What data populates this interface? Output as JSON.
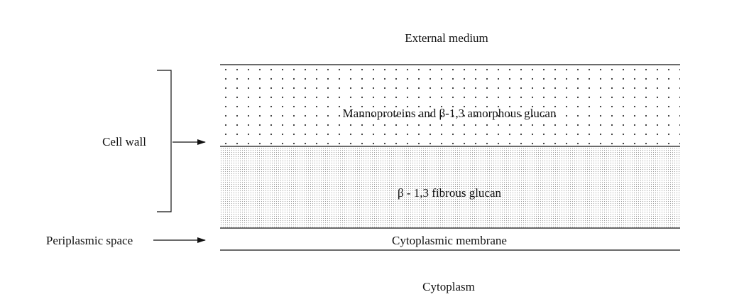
{
  "labels": {
    "external_medium": "External medium",
    "outer_layer": "Mannoproteins and β-1,3 amorphous glucan",
    "inner_layer": "β - 1,3 fibrous glucan",
    "membrane": "Cytoplasmic membrane",
    "cytoplasm": "Cytoplasm",
    "cell_wall": "Cell wall",
    "periplasmic_space": "Periplasmic space"
  },
  "colors": {
    "line": "#111111",
    "sparse_dots": "#333333",
    "dense_dots": "#9a9a9a"
  }
}
